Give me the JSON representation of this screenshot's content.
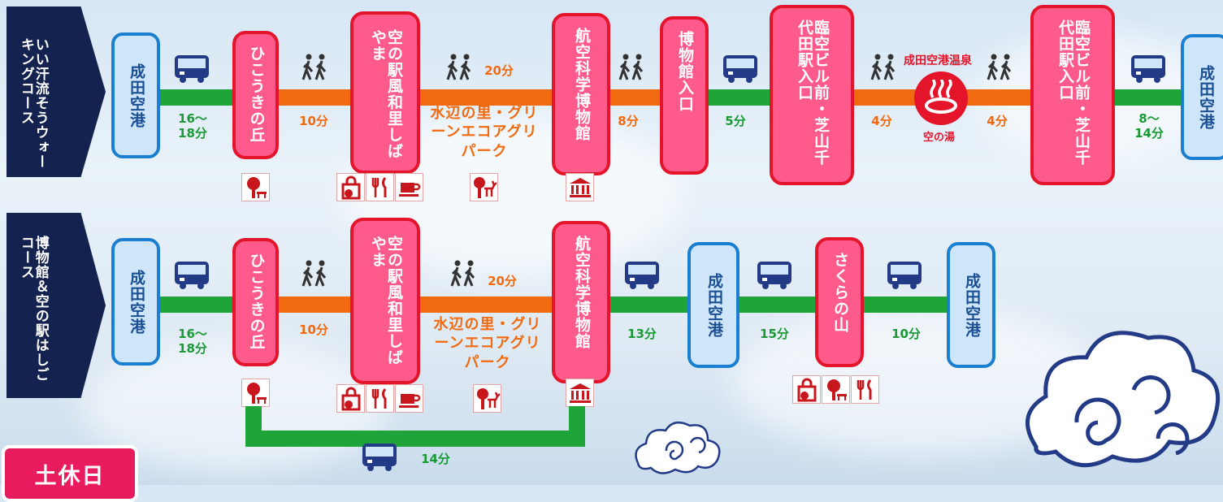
{
  "courses": [
    {
      "label": "いい汗流そうウォーキングコース"
    },
    {
      "label": "博物館＆空の駅はしごコース"
    }
  ],
  "stops": {
    "narita": "成田空港",
    "hikouki": "ひこうきの丘",
    "sora_no_eki": "空の駅風和里しばやま",
    "museum": "航空科学博物館",
    "museum_entrance": "博物館入口",
    "shibayama_chiyoda": "臨空ビル前・芝山千代田駅入口",
    "sakura": "さくらの山"
  },
  "places": {
    "mizube": "水辺の里・グリーンエコアグリパーク",
    "onsen_name": "成田空港温泉",
    "onsen_sub": "空の湯"
  },
  "durations": {
    "d16_18": "16～18分",
    "d10": "10分",
    "d20": "20分",
    "d8": "8分",
    "d5": "5分",
    "d4": "4分",
    "d8_14": "8～14分",
    "d13": "13分",
    "d15": "15分",
    "d14": "14分"
  },
  "badge": {
    "holiday": "土休日"
  },
  "colors": {
    "navy": "#13224f",
    "walk_line": "#f26a10",
    "bus_line": "#1fa43a",
    "stop_pink": "#ff5a8c",
    "stop_pink_border": "#e4142b",
    "stop_blue": "#cfe6fa",
    "stop_blue_border": "#1a7fd0",
    "holiday": "#e81c5c"
  },
  "icons": [
    "bus-icon",
    "walk-icon",
    "park-bench-icon",
    "shopping-bag-icon",
    "restaurant-icon",
    "cafe-icon",
    "deer-icon",
    "museum-icon",
    "onsen-icon",
    "cloud-icon"
  ]
}
